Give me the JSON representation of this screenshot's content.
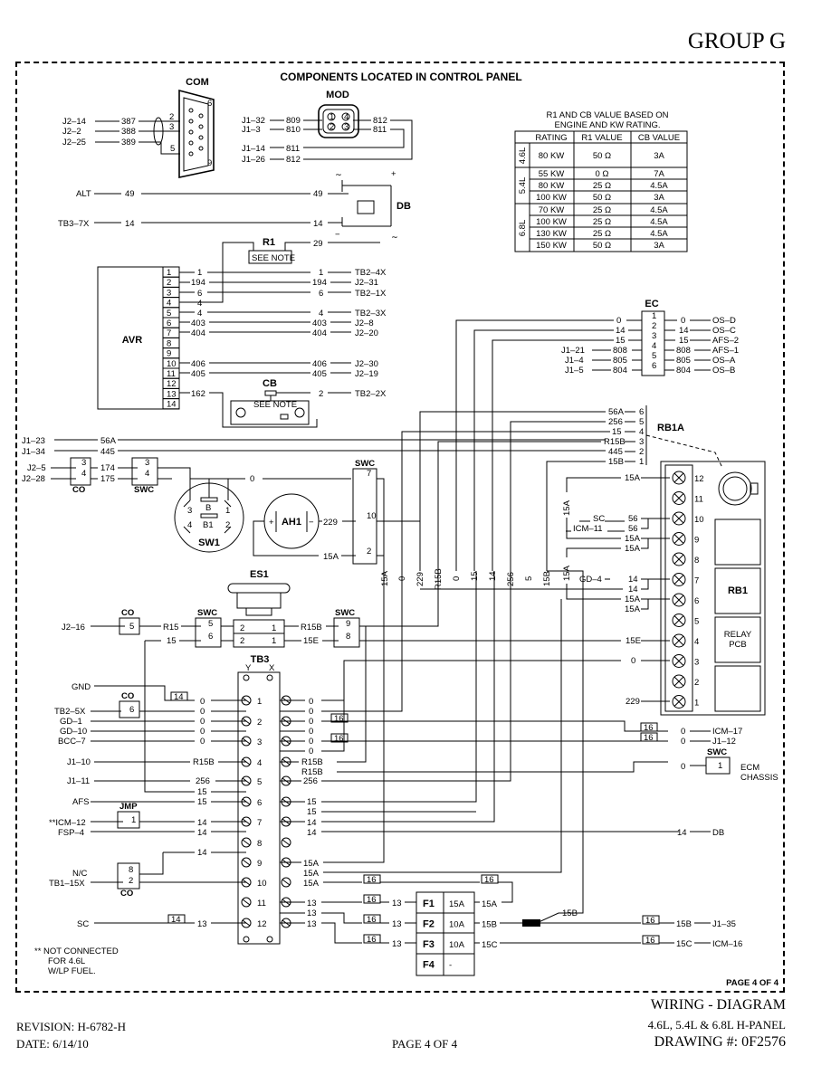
{
  "header": {
    "group": "GROUP G"
  },
  "diagram": {
    "title": "COMPONENTS LOCATED IN CONTROL PANEL",
    "page_label": "PAGE 4 OF 4",
    "footnote": [
      "** NOT CONNECTED",
      "FOR 4.6L",
      "W/LP FUEL."
    ],
    "components": {
      "com": "COM",
      "mod": "MOD",
      "db": "DB",
      "r1": "R1",
      "r1_note": "SEE NOTE",
      "avr": "AVR",
      "cb": "CB",
      "cb_note": "SEE NOTE",
      "ec": "EC",
      "rb1a": "RB1A",
      "sw1": "SW1",
      "ah1": "AH1",
      "es1": "ES1",
      "tb3": "TB3",
      "rb1": "RB1",
      "relay_pcb": [
        "RELAY",
        "PCB"
      ],
      "swc": "SWC",
      "co": "CO",
      "jmp": "JMP",
      "ecm_chassis": [
        "ECM",
        "CHASSIS"
      ]
    },
    "r1_cb_table": {
      "caption": [
        "R1 AND CB VALUE BASED ON",
        "ENGINE AND KW RATING."
      ],
      "headers": [
        "RATING",
        "R1 VALUE",
        "CB VALUE"
      ],
      "groups": [
        {
          "engine": "4.6L",
          "rows": [
            [
              "80 KW",
              "50 Ω",
              "3A"
            ]
          ]
        },
        {
          "engine": "5.4L",
          "rows": [
            [
              "55 KW",
              "0 Ω",
              "7A"
            ],
            [
              "80 KW",
              "25 Ω",
              "4.5A"
            ],
            [
              "100 KW",
              "50 Ω",
              "3A"
            ]
          ]
        },
        {
          "engine": "6.8L",
          "rows": [
            [
              "70 KW",
              "25 Ω",
              "4.5A"
            ],
            [
              "100 KW",
              "25 Ω",
              "4.5A"
            ],
            [
              "130 KW",
              "25 Ω",
              "4.5A"
            ],
            [
              "150 KW",
              "50 Ω",
              "3A"
            ]
          ]
        }
      ]
    },
    "avr_terminals": [
      "1",
      "2",
      "3",
      "4",
      "5",
      "6",
      "7",
      "8",
      "9",
      "10",
      "11",
      "12",
      "13",
      "14"
    ],
    "rb1a_terminals": [
      "12",
      "11",
      "10",
      "9",
      "8",
      "7",
      "6",
      "5",
      "4",
      "3",
      "2",
      "1"
    ],
    "tb3_terminals": [
      "1",
      "2",
      "3",
      "4",
      "5",
      "6",
      "7",
      "8",
      "9",
      "10",
      "11",
      "12"
    ],
    "fuses": [
      {
        "id": "F1",
        "rating": "15A",
        "wire": "15A"
      },
      {
        "id": "F2",
        "rating": "10A",
        "wire": "15B"
      },
      {
        "id": "F3",
        "rating": "10A",
        "wire": "15C"
      },
      {
        "id": "F4",
        "rating": "-",
        "wire": ""
      }
    ]
  },
  "title_block": {
    "title": "WIRING - DIAGRAM",
    "subtitle": "4.6L, 5.4L & 6.8L H-PANEL",
    "revision": "REVISION: H-6782-H",
    "date": "DATE: 6/14/10",
    "page": "PAGE 4 OF 4",
    "drawing": "DRAWING #: 0F2576"
  }
}
